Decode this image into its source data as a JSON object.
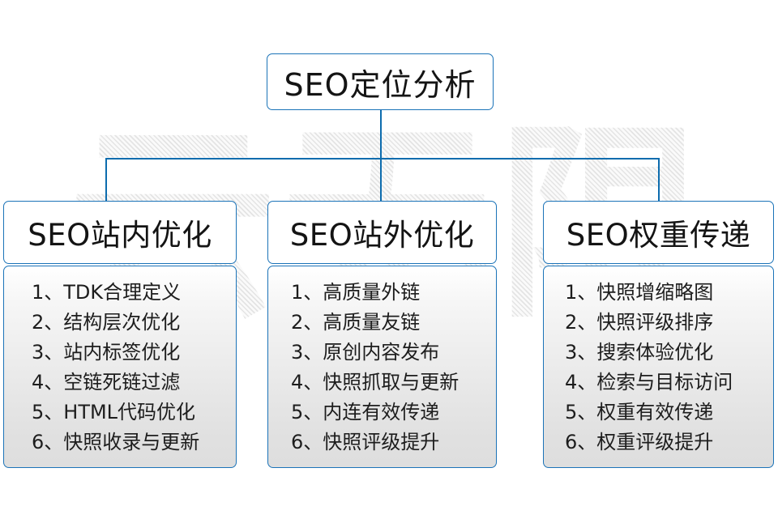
{
  "watermark": {
    "text": "云无限"
  },
  "diagram": {
    "root": {
      "label": "SEO定位分析"
    },
    "branches": [
      {
        "header": "SEO站内优化",
        "items": [
          "1、TDK合理定义",
          "2、结构层次优化",
          "3、站内标签优化",
          "4、空链死链过滤",
          "5、HTML代码优化",
          "6、快照收录与更新"
        ]
      },
      {
        "header": "SEO站外优化",
        "items": [
          "1、高质量外链",
          "2、高质量友链",
          "3、原创内容发布",
          "4、快照抓取与更新",
          "5、内连有效传递",
          "6、快照评级提升"
        ]
      },
      {
        "header": "SEO权重传递",
        "items": [
          "1、快照增缩略图",
          "2、快照评级排序",
          "3、搜索体验优化",
          "4、检索与目标访问",
          "5、权重有效传递",
          "6、权重评级提升"
        ]
      }
    ]
  },
  "colors": {
    "border": "#1b73b8",
    "connector": "#0d6cae",
    "text": "#141414",
    "background": "#ffffff"
  }
}
